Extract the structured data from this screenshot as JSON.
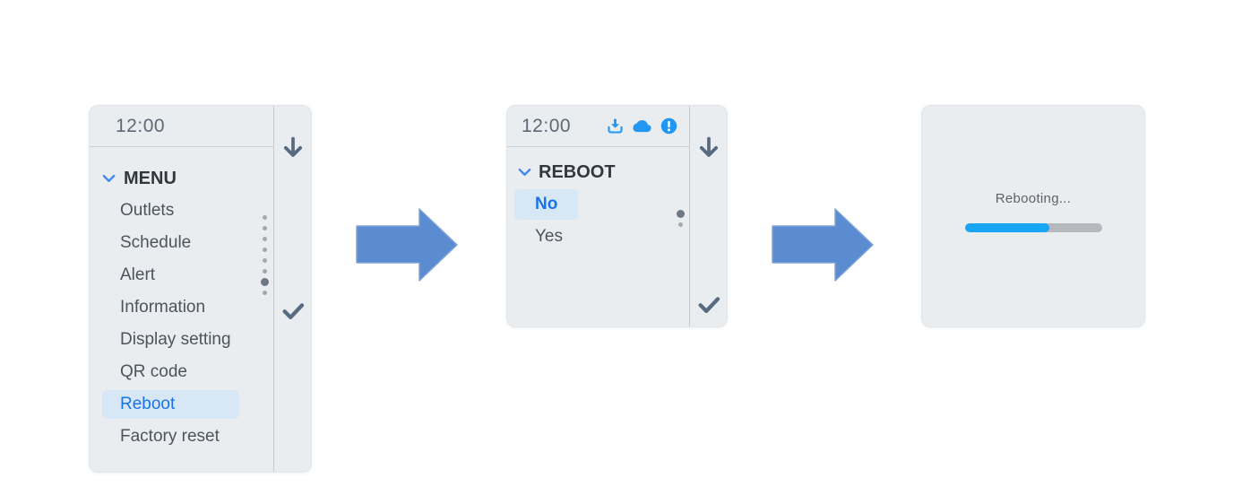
{
  "screens": {
    "menu_screen": {
      "time": "12:00",
      "header": "MENU",
      "items": [
        {
          "label": "Outlets",
          "selected": false
        },
        {
          "label": "Schedule",
          "selected": false
        },
        {
          "label": "Alert",
          "selected": false
        },
        {
          "label": "Information",
          "selected": false
        },
        {
          "label": "Display setting",
          "selected": false
        },
        {
          "label": "QR code",
          "selected": false
        },
        {
          "label": "Reboot",
          "selected": true
        },
        {
          "label": "Factory reset",
          "selected": false
        }
      ],
      "selected_item": "Reboot",
      "rail_icons": [
        "arrow-down-icon",
        "check-icon"
      ]
    },
    "reboot_screen": {
      "time": "12:00",
      "header": "REBOOT",
      "status_icons": [
        "download-icon",
        "cloud-icon",
        "alert-circle-icon"
      ],
      "options": [
        {
          "label": "No",
          "selected": true
        },
        {
          "label": "Yes",
          "selected": false
        }
      ],
      "selected_option": "No",
      "rail_icons": [
        "arrow-down-icon",
        "check-icon"
      ]
    },
    "progress_screen": {
      "status_text": "Rebooting...",
      "progress_percent": 62
    }
  },
  "flow": {
    "arrow_count": 2,
    "direction": "right"
  },
  "colors": {
    "panel_bg": "#e9edf0",
    "accent_blue": "#1a73e8",
    "icon_blue": "#2196f3",
    "selection_bg": "#d7e7f6",
    "glyph_gray": "#566b80",
    "arrow_fill": "#5b8bd0",
    "arrow_stroke": "#7fa5d9",
    "progress_fill": "#18a5f3",
    "progress_track": "#b5b9bd"
  }
}
